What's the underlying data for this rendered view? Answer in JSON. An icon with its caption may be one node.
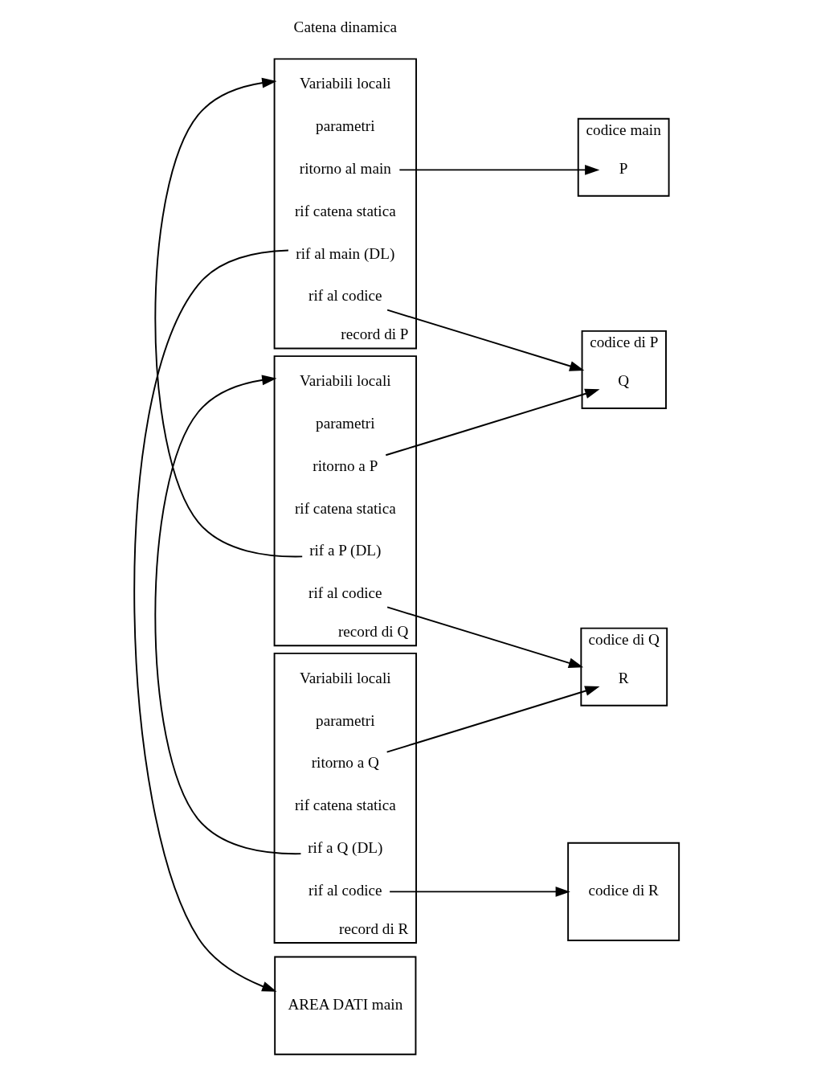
{
  "diagram": {
    "nodes": [
      {
        "text": [
          "AREA DATI main"
        ]
      },
      {
        "text": [],
        "shape": "box",
        "beside": [
          "record di P"
        ]
      },
      {
        "text": [
          "Variabili locali"
        ],
        "in": 1
      },
      {
        "text": [
          "parametri"
        ],
        "in": 1
      },
      {
        "text": [
          "ritorno al main"
        ],
        "in": 1
      },
      {
        "text": [
          "rif catena statica"
        ],
        "in": 1
      },
      {
        "text": [
          "rif al main (DL)"
        ],
        "in": 1
      },
      {
        "text": [
          "rif al codice"
        ],
        "in": 1
      },
      {
        "text": [],
        "shape": "box",
        "beside": [
          "record di Q"
        ]
      },
      {
        "text": [
          "Variabili locali"
        ],
        "in": 8
      },
      {
        "text": [
          "parametri"
        ],
        "in": 8
      },
      {
        "text": [
          "ritorno a P"
        ],
        "in": 8
      },
      {
        "text": [
          "rif catena statica"
        ],
        "in": 8
      },
      {
        "text": [
          "rif a P (DL)"
        ],
        "in": 8
      },
      {
        "text": [
          "rif al codice"
        ],
        "in": 8
      },
      {
        "text": [],
        "shape": "box",
        "beside": [
          "record di R"
        ]
      },
      {
        "text": [
          "Variabili locali"
        ],
        "in": 15
      },
      {
        "text": [
          "parametri"
        ],
        "in": 15
      },
      {
        "text": [
          "ritorno a Q"
        ],
        "in": 15
      },
      {
        "text": [
          "rif catena statica"
        ],
        "in": 15
      },
      {
        "text": [
          "rif a Q (DL)"
        ],
        "in": 15
      },
      {
        "text": [
          "rif al codice"
        ],
        "in": 15
      },
      {
        "text": [
          "codice main"
        ]
      },
      {
        "text": [
          "P"
        ],
        "in": 22
      },
      {
        "text": [
          "codice di P"
        ]
      },
      {
        "text": [
          "Q"
        ],
        "in": 24
      },
      {
        "text": [
          "codice di Q"
        ]
      },
      {
        "text": [
          "R"
        ],
        "in": 26
      },
      {
        "text": [
          "codice di R"
        ]
      }
    ],
    "edges": [
      {
        "from": 4,
        "to": 23,
        "arrow": "to"
      },
      {
        "from": 6,
        "to": 0,
        "arrow": "to"
      },
      {
        "from": 7,
        "to": 24,
        "arrow": "to"
      },
      {
        "from": 11,
        "to": 25,
        "arrow": "to"
      },
      {
        "from": 13,
        "to": 1,
        "arrow": "to"
      },
      {
        "from": 14,
        "to": 26,
        "arrow": "to"
      },
      {
        "from": 18,
        "to": 27,
        "arrow": "to"
      },
      {
        "from": 20,
        "to": 8,
        "arrow": "to"
      },
      {
        "from": 21,
        "to": 28,
        "arrow": "to"
      }
    ],
    "labels": [
      "Catena dinamica"
    ]
  }
}
